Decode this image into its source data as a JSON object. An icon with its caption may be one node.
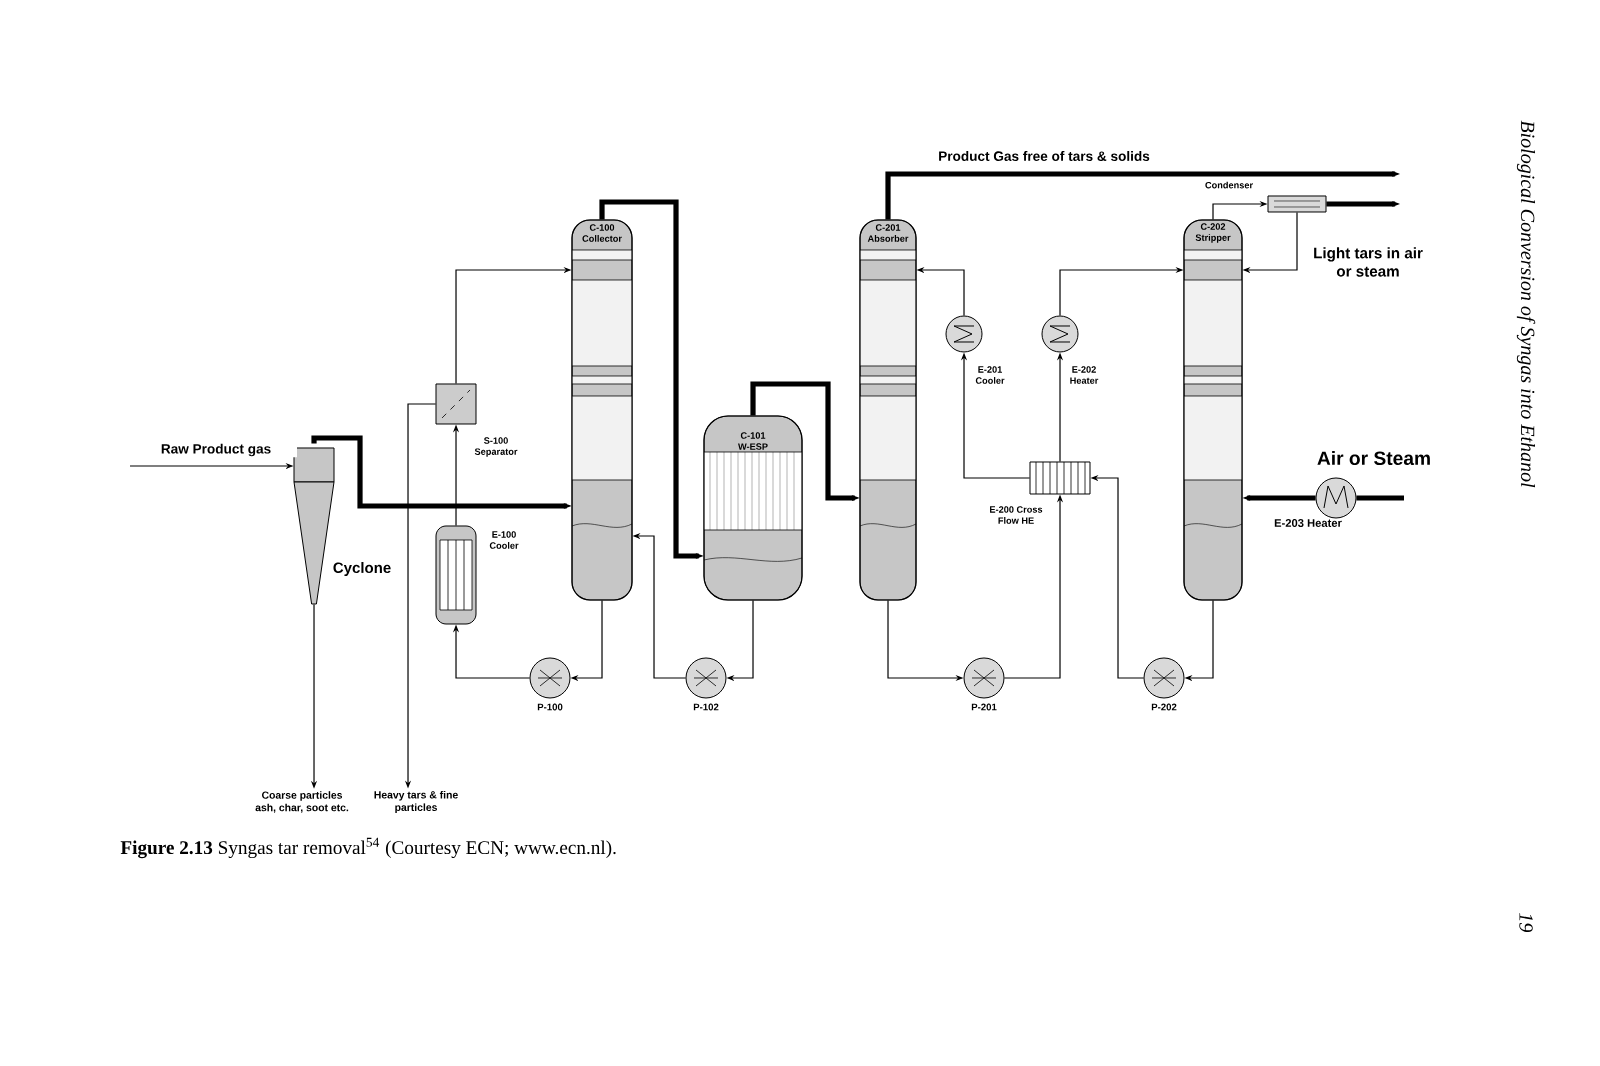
{
  "diagram": {
    "caption": "**Figure 2.13** Syngas tar removal$^{54}$ (Courtesy ECN; www.ecn.nl).",
    "nodes": [
      {
        "text": [
          "Cyclone"
        ]
      },
      {
        "text": [
          "S-100 Separator"
        ]
      },
      {
        "text": [
          "E-100 Cooler"
        ]
      },
      {
        "text": [
          "C-100 Collector"
        ]
      },
      {
        "text": [
          "P-100"
        ]
      },
      {
        "text": [
          "C-101 W-ESP"
        ]
      },
      {
        "text": [
          "P-102"
        ]
      },
      {
        "text": [
          "C-201 Absorber"
        ]
      },
      {
        "text": [
          "P-201"
        ]
      },
      {
        "text": [
          "E-201 Cooler"
        ]
      },
      {
        "text": [
          "E-200 Cross Flow HE"
        ]
      },
      {
        "text": [
          "E-202 Heater"
        ]
      },
      {
        "text": [
          "C-202 Stripper"
        ]
      },
      {
        "text": [
          "Condenser"
        ]
      },
      {
        "text": [
          "P-202"
        ]
      },
      {
        "text": [
          "E-203 Heater"
        ]
      },
      {
        "text": [
          "Coarse particles ash, char, soot etc."
        ]
      },
      {
        "text": [
          "Heavy tars & fine particles"
        ]
      }
    ],
    "edges": [
      {
        "from": null,
        "to": 0,
        "arrow": "to",
        "label": "Raw Product gas"
      },
      {
        "from": 0,
        "to": 3,
        "arrow": "to",
        "style": "thick"
      },
      {
        "from": 0,
        "to": 16,
        "arrow": "to"
      },
      {
        "from": 1,
        "to": 3,
        "arrow": "to"
      },
      {
        "from": 1,
        "to": 17,
        "arrow": "to"
      },
      {
        "from": 2,
        "to": 1,
        "arrow": "to"
      },
      {
        "from": 3,
        "to": 4,
        "arrow": "to"
      },
      {
        "from": 4,
        "to": 2,
        "arrow": "to"
      },
      {
        "from": 3,
        "to": 5,
        "arrow": "to",
        "style": "thick"
      },
      {
        "from": 5,
        "to": 6,
        "arrow": "to"
      },
      {
        "from": 6,
        "to": 3,
        "arrow": "to"
      },
      {
        "from": 5,
        "to": 7,
        "arrow": "to",
        "style": "thick"
      },
      {
        "from": 7,
        "to": null,
        "arrow": "to",
        "style": "thick",
        "label": "Product Gas free of tars & solids"
      },
      {
        "from": 7,
        "to": 8,
        "arrow": "to"
      },
      {
        "from": 8,
        "to": 10,
        "arrow": "to"
      },
      {
        "from": 10,
        "to": 9,
        "arrow": "to"
      },
      {
        "from": 9,
        "to": 7,
        "arrow": "to"
      },
      {
        "from": 10,
        "to": 11,
        "arrow": "to"
      },
      {
        "from": 11,
        "to": 12,
        "arrow": "to"
      },
      {
        "from": 12,
        "to": 13,
        "arrow": "to"
      },
      {
        "from": 13,
        "to": null,
        "arrow": "to",
        "style": "thick",
        "label": "Light tars in air or steam"
      },
      {
        "from": 13,
        "to": 12,
        "arrow": "to"
      },
      {
        "from": 12,
        "to": 14,
        "arrow": "to"
      },
      {
        "from": 14,
        "to": 10,
        "arrow": "to"
      },
      {
        "from": null,
        "to": 15,
        "arrow": "none",
        "style": "thick",
        "label": "Air or Steam"
      },
      {
        "from": 15,
        "to": 12,
        "arrow": "to",
        "style": "thick"
      }
    ],
    "labels": [
      "Biological Conversion of Syngas into Ethanol",
      "19"
    ]
  }
}
